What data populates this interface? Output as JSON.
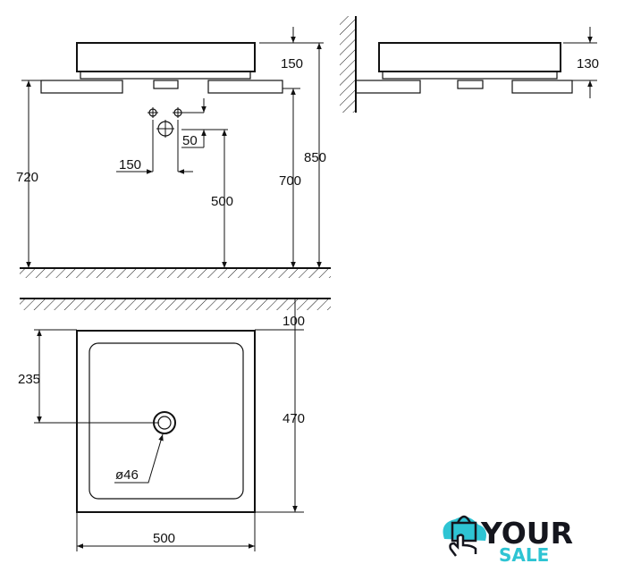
{
  "front_view": {
    "dim_basin_height": "150",
    "dim_counter_height": "720",
    "dim_drain_height": "700",
    "dim_total_height": "850",
    "dim_valve_spacing": "150",
    "dim_valve_offset": "50",
    "dim_outlet_height": "500"
  },
  "side_view": {
    "dim_basin_height": "130"
  },
  "top_view": {
    "dim_edge": "100",
    "dim_drain_center": "235",
    "dim_depth": "470",
    "dim_width": "500",
    "dim_drain_diameter": "ø46"
  },
  "logo": {
    "line1": "YOUR",
    "line2": "SALE",
    "colors": {
      "dark": "#15161e",
      "accent": "#2ec4d3"
    }
  }
}
